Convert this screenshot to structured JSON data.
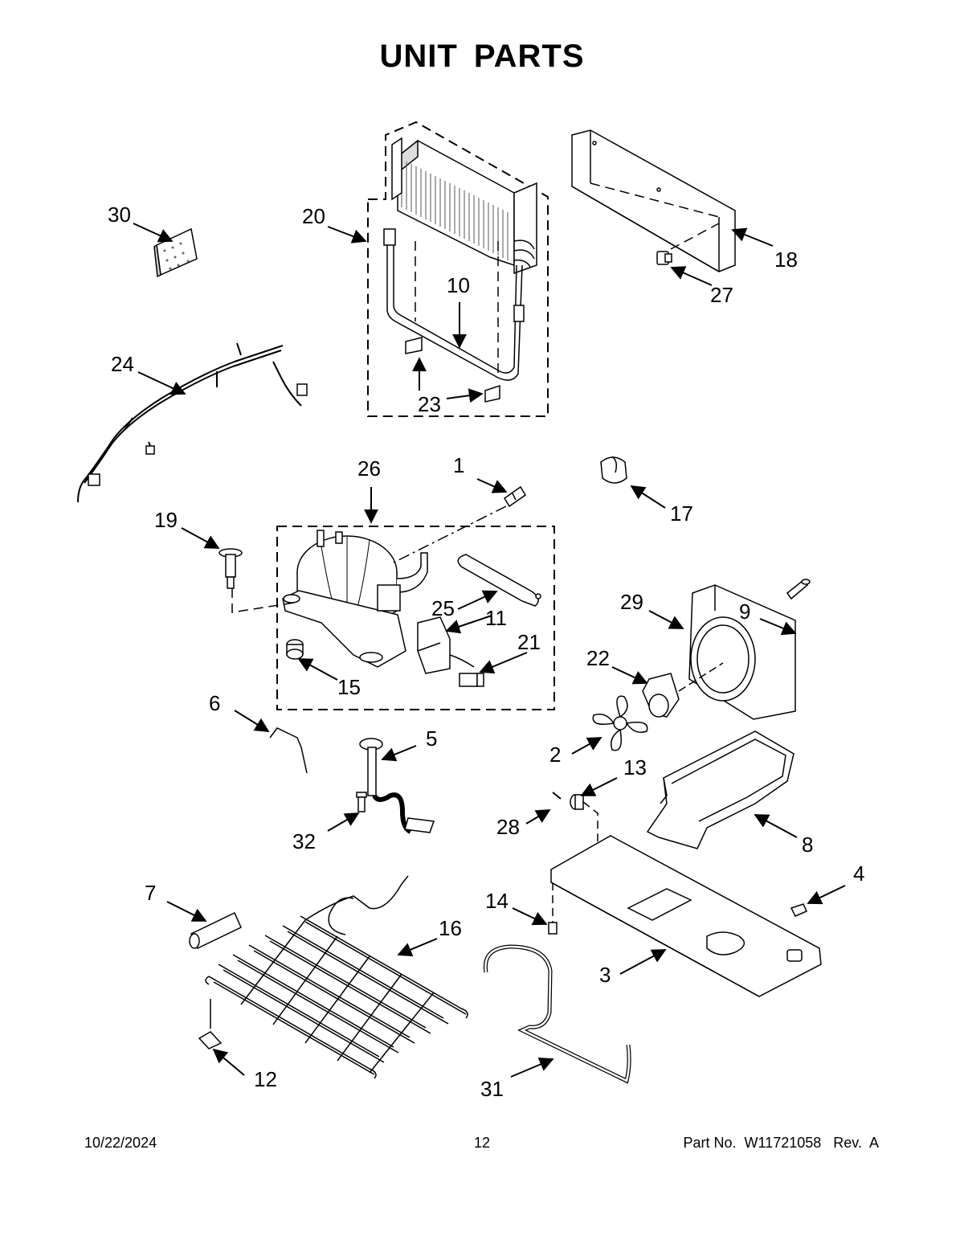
{
  "title": "UNIT PARTS",
  "footer": {
    "date": "10/22/2024",
    "page": "12",
    "part_no": "Part No.  W11721058   Rev.  A"
  },
  "callouts": {
    "c1": "1",
    "c2": "2",
    "c3": "3",
    "c4": "4",
    "c5": "5",
    "c6": "6",
    "c7": "7",
    "c8": "8",
    "c9": "9",
    "c10": "10",
    "c11": "11",
    "c12": "12",
    "c13": "13",
    "c14": "14",
    "c15": "15",
    "c16": "16",
    "c17": "17",
    "c18": "18",
    "c19": "19",
    "c20": "20",
    "c21": "21",
    "c22": "22",
    "c23": "23",
    "c24": "24",
    "c25": "25",
    "c26": "26",
    "c27": "27",
    "c28": "28",
    "c29": "29",
    "c30": "30",
    "c31": "31",
    "c32": "32"
  }
}
